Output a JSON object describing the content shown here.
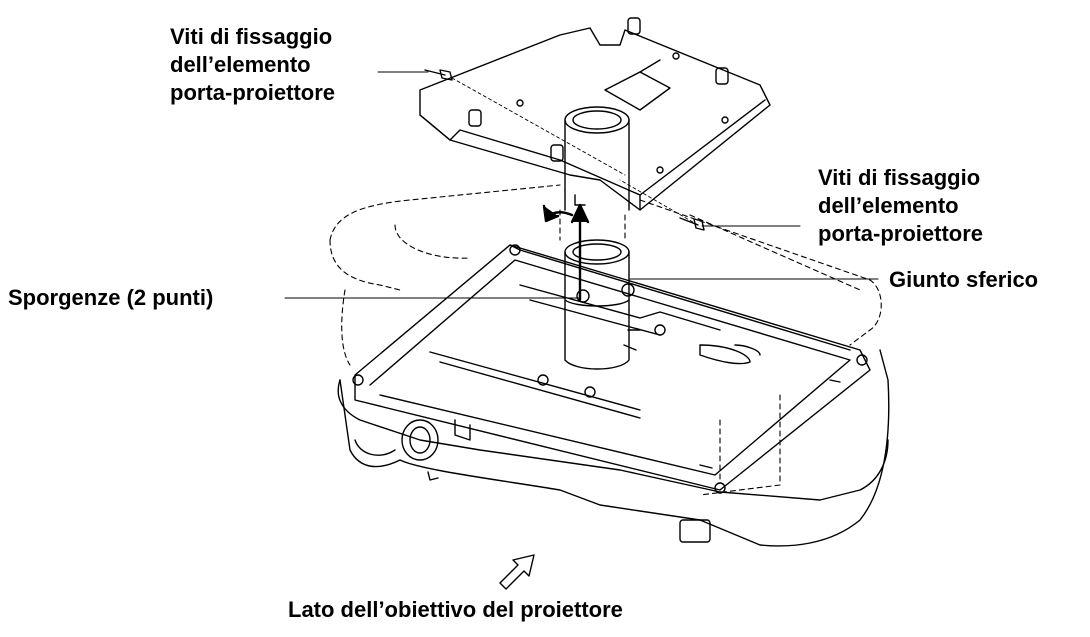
{
  "labels": {
    "top_left": [
      "Viti di fissaggio",
      "dell’elemento",
      "porta-proiettore"
    ],
    "right_upper": [
      "Viti di fissaggio",
      "dell’elemento",
      "porta-proiettore"
    ],
    "ball_joint": "Giunto sferico",
    "protrusions": "Sporgenze (2 punti)",
    "lens_side": "Lato dell’obiettivo del proiettore"
  },
  "colors": {
    "line": "#000000",
    "background": "#ffffff"
  }
}
